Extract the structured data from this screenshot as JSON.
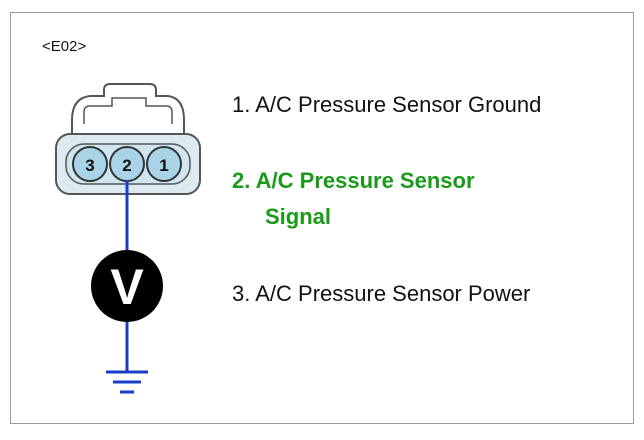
{
  "connector": {
    "id": "<E02>",
    "pin_numbers": [
      "3",
      "2",
      "1"
    ]
  },
  "meter": {
    "symbol": "V"
  },
  "pins": [
    {
      "label": "1. A/C Pressure Sensor Ground"
    },
    {
      "label_line1": "2. A/C Pressure Sensor",
      "label_line2": "Signal"
    },
    {
      "label": "3. A/C Pressure Sensor Power"
    }
  ],
  "colors": {
    "highlight": "#1a9a1a",
    "connector_fill": "#cfe6f0",
    "pin_fill": "#a9d3e6",
    "wire": "#1a3cc8",
    "meter": "#000000"
  },
  "icons": [
    "connector-icon",
    "voltmeter-icon",
    "ground-icon"
  ]
}
